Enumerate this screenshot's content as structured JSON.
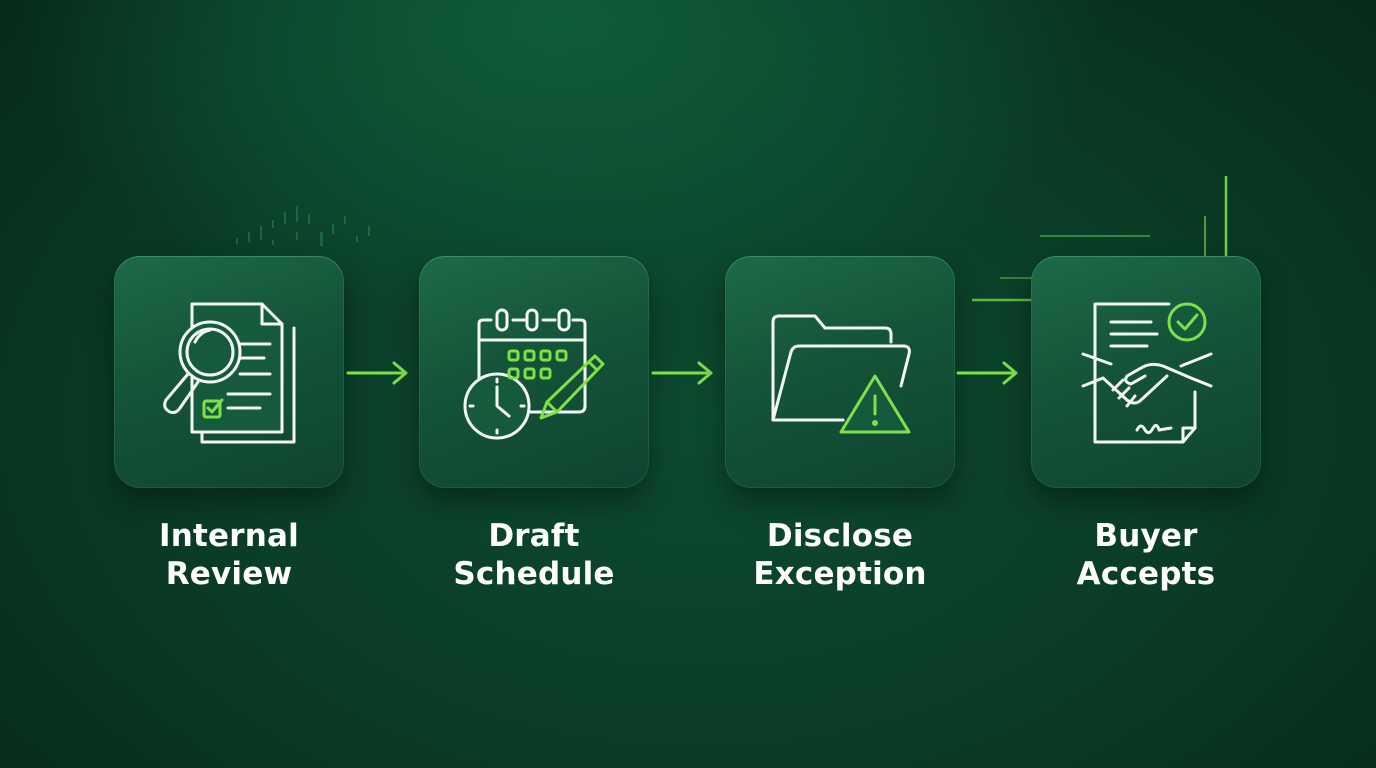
{
  "colors": {
    "background_dark": "#072c1c",
    "background_light": "#0f5c3a",
    "card": "#165a3c",
    "accent_green": "#7ee04a",
    "icon_white": "#f2f7f3"
  },
  "steps": [
    {
      "line1": "Internal",
      "line2": "Review",
      "icon": "document-magnifier-checkbox-icon"
    },
    {
      "line1": "Draft",
      "line2": "Schedule",
      "icon": "calendar-clock-pencil-icon"
    },
    {
      "line1": "Disclose",
      "line2": "Exception",
      "icon": "folder-warning-icon"
    },
    {
      "line1": "Buyer",
      "line2": "Accepts",
      "icon": "contract-handshake-check-icon"
    }
  ]
}
